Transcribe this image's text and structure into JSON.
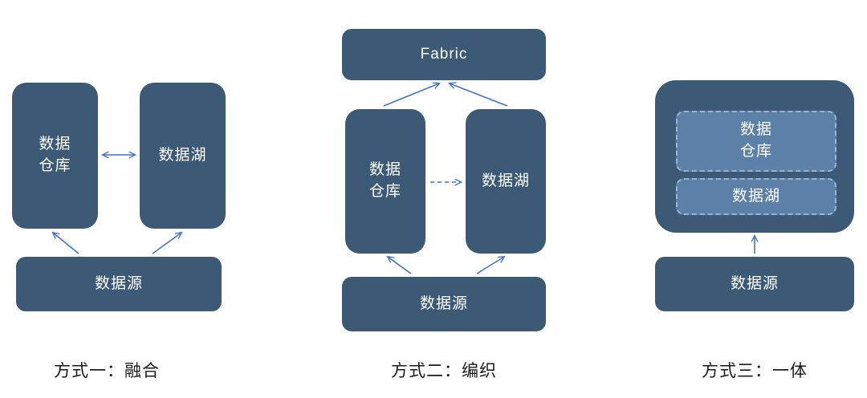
{
  "colors": {
    "box": "#3c5a76",
    "inner_box_fill": "#5c80a8",
    "inner_box_border": "#9db4cf",
    "arrow": "#4472c4",
    "caption_text": "#1a1a1a",
    "box_text": "#ffffff"
  },
  "m1": {
    "warehouse": "数据\n仓库",
    "lake": "数据湖",
    "source": "数据源",
    "caption": "方式一：融合"
  },
  "m2": {
    "fabric": "Fabric",
    "warehouse": "数据\n仓库",
    "lake": "数据湖",
    "source": "数据源",
    "caption": "方式二：编织"
  },
  "m3": {
    "warehouse": "数据\n仓库",
    "lake": "数据湖",
    "source": "数据源",
    "caption": "方式三：一体"
  }
}
